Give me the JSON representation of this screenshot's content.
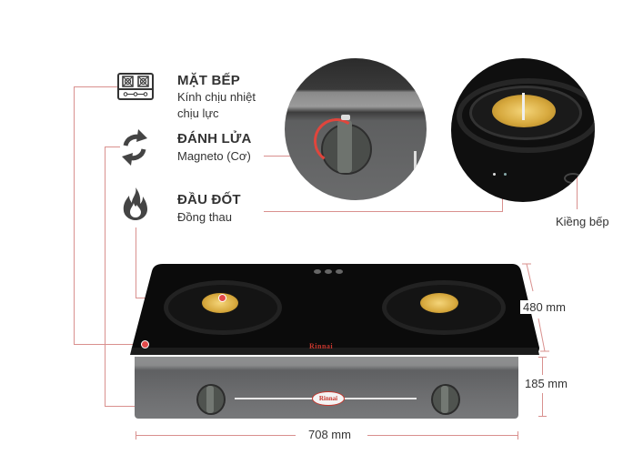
{
  "features": [
    {
      "id": "cooktop",
      "icon": "cooktop-icon",
      "title": "MẶT BẾP",
      "desc_line1": "Kính chịu nhiệt",
      "desc_line2": "chịu lực"
    },
    {
      "id": "ignition",
      "icon": "refresh-icon",
      "title": "ĐÁNH LỬA",
      "desc_line1": "Magneto (Cơ)"
    },
    {
      "id": "burner",
      "icon": "flame-icon",
      "title": "ĐẦU ĐỐT",
      "desc_line1": "Đồng thau"
    }
  ],
  "callouts": {
    "pan_support": "Kiềng bếp"
  },
  "dimensions": {
    "depth": "480 mm",
    "height": "185 mm",
    "width": "708 mm"
  },
  "product": {
    "brand": "Rinnai"
  },
  "colors": {
    "line": "#d9908e",
    "marker": "#e24a4a",
    "glass": "#0d0d0d",
    "body": "#6f7072",
    "brass": "#d4a93c"
  }
}
